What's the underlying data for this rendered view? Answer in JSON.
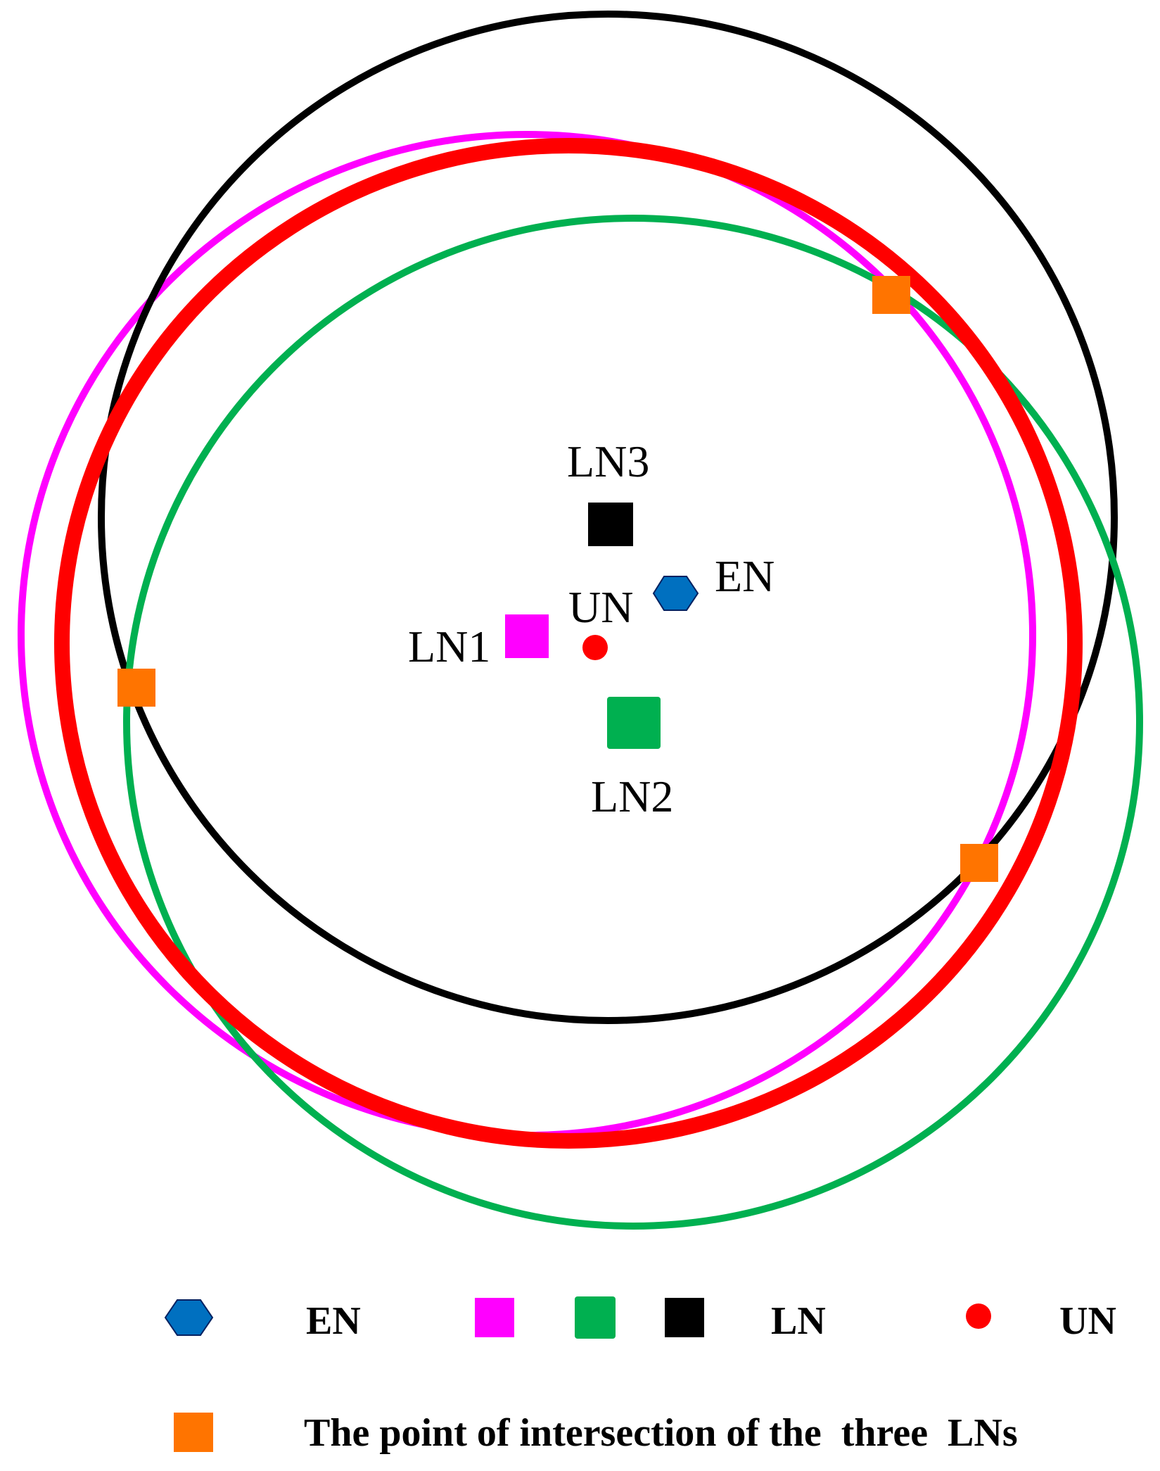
{
  "colors": {
    "ln1": "#ff00ff",
    "ln2": "#00b050",
    "ln3": "#000000",
    "un": "#ff0000",
    "en_fill": "#0070c0",
    "en_stroke": "#002060",
    "intersection": "#ff7400"
  },
  "nodes": {
    "ln1": "LN1",
    "ln2": "LN2",
    "ln3": "LN3",
    "un": "UN",
    "en": "EN"
  },
  "legend": {
    "en": "EN",
    "ln": "LN",
    "un": "UN",
    "intersection": "The point of intersection of the  three  LNs"
  }
}
